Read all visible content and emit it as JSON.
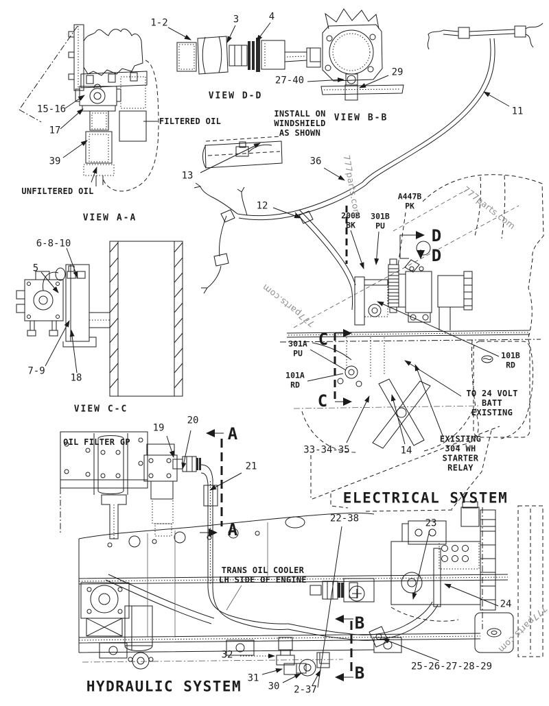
{
  "watermark": "777parts.com",
  "titles": {
    "electrical": "ELECTRICAL SYSTEM",
    "hydraulic": "HYDRAULIC SYSTEM"
  },
  "views": {
    "aa": "VIEW A-A",
    "bb": "VIEW B-B",
    "cc": "VIEW C-C",
    "dd": "VIEW D-D"
  },
  "sections": {
    "a": "A",
    "b": "B",
    "c": "C",
    "d": "D"
  },
  "notes": {
    "windshield": "INSTALL ON\nWINDSHIELD\nAS SHOWN",
    "filtered_oil": "FILTERED OIL",
    "unfiltered_oil": "UNFILTERED OIL",
    "oil_filter_gp": "OIL FILTER GP",
    "trans_cooler": "TRANS OIL COOLER\nLH SIDE OF ENGINE",
    "batt": "TO 24 VOLT\nBATT EXISTING",
    "relay": "EXISTING\n304 WH\nSTARTER\nRELAY"
  },
  "wires": {
    "a447b": "A447B\nPK",
    "w200b": "200B\nBK",
    "w301b": "301B\nPU",
    "w301a": "301A\nPU",
    "w101a": "101A\nRD",
    "w101b": "101B\nRD"
  },
  "callouts": {
    "c1_2": "1-2",
    "c3": "3",
    "c4": "4",
    "c5": "5",
    "c6_8_10": "6-8-10",
    "c7_9": "7-9",
    "c11": "11",
    "c12": "12",
    "c13": "13",
    "c14": "14",
    "c15_16": "15-16",
    "c17": "17",
    "c18": "18",
    "c19": "19",
    "c20": "20",
    "c21": "21",
    "c22_38": "22-38",
    "c23": "23",
    "c24": "24",
    "c25_29": "25-26-27-28-29",
    "c27_40": "27-40",
    "c29": "29",
    "c30": "30",
    "c31": "31",
    "c32": "32",
    "c33_35": "33-34-35",
    "c36": "36",
    "c39": "39",
    "c2_37": "2-37"
  }
}
